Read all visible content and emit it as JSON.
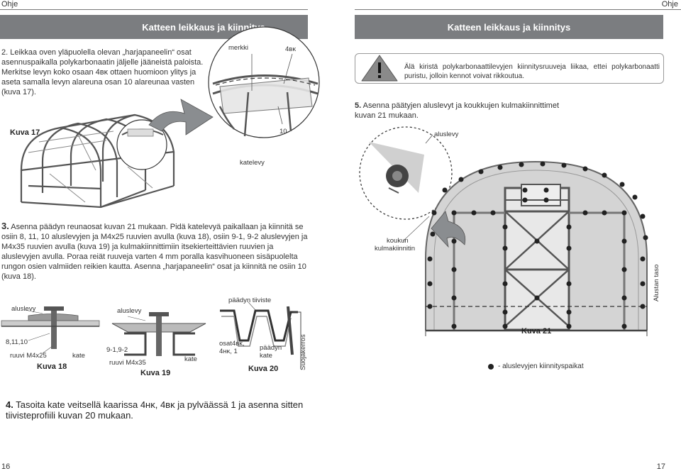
{
  "header": {
    "left_label": "Ohje",
    "right_label": "Ohje"
  },
  "left_page": {
    "banner_title": "Katteen leikkaus ja kiinnitys",
    "step2_text": "2. Leikkaa oven yläpuolella olevan „harjapaneelin“ osat asennuspaikalla polykarbonaatin jäljelle jääneistä paloista. Merkitse levyn koko osaan 4ʙᴋ ottaen huomioon ylitys ja aseta samalla levyn alareuna osan 10 alareunaa vasten (kuva 17).",
    "fig17_caption": "Kuva 17",
    "label_merkki": "merkki",
    "label_4bk": "4ʙᴋ",
    "label_10": "10",
    "label_katelevy": "katelevy",
    "step3_number": "3.",
    "step3_text": "Asenna päädyn reunaosat kuvan 21 mukaan. Pidä katelevyä paikallaan ja kiinnitä se osiin 8, 11, 10 aluslevyjen ja M4x25 ruuvien avulla (kuva 18), osiin 9-1, 9-2 aluslevyjen ja M4x35 ruuvien avulla (kuva 19) ja kulmakiinnittimiin itsekierteittävien ruuvien ja aluslevyjen avulla. Poraa reiät ruuveja varten 4 mm poralla kasvihuoneen sisäpuolelta rungon osien valmiiden reikien kautta. Asenna „harjapaneelin“ osat ja kiinnitä ne osiin 10 (kuva 18).",
    "fig18": {
      "label_aluslevy": "aluslevy",
      "label_parts": "8,11,10",
      "label_screw": "ruuvi M4x25",
      "label_kate": "kate",
      "caption": "Kuva 18"
    },
    "fig19": {
      "label_aluslevy": "aluslevy",
      "label_parts": "9-1,9-2",
      "label_screw": "ruuvi M4x35",
      "label_kate": "kate",
      "caption": "Kuva 19"
    },
    "fig20": {
      "label_seal": "päädyn tiiviste",
      "label_parts_1": "osat4ʙᴋ,",
      "label_parts_2": "4ʜᴋ, 1",
      "label_end_1": "päädyn",
      "label_end_2": "kate",
      "label_protective": "Suojakerros",
      "caption": "Kuva 20"
    },
    "step4_number": "4.",
    "step4_text": "Tasoita kate veitsellä kaarissa 4ʜᴋ, 4ʙᴋ ja pylväässä 1 ja asenna sitten tiivisteprofiili kuvan 20 mukaan.",
    "page_number": "16"
  },
  "right_page": {
    "banner_title": "Katteen leikkaus ja kiinnitys",
    "warning_text": "Älä kiristä polykarbonaattilevyjen kiinnitysruuveja liikaa, ettei polykarbonaatti puristu, jolloin kennot voivat rikkoutua.",
    "step5_number": "5.",
    "step5_text": "Asenna päätyjen aluslevyt ja koukkujen kulmakiinnittimet kuvan 21 mukaan.",
    "label_aluslevy": "aluslevy",
    "label_hook_1": "koukun",
    "label_hook_2": "kulmakiinnitin",
    "label_base": "Alustan taso",
    "fig21_caption": "Kuva 21",
    "legend_text": "- aluslevyjen kiinnityspaikat",
    "page_number": "17"
  }
}
